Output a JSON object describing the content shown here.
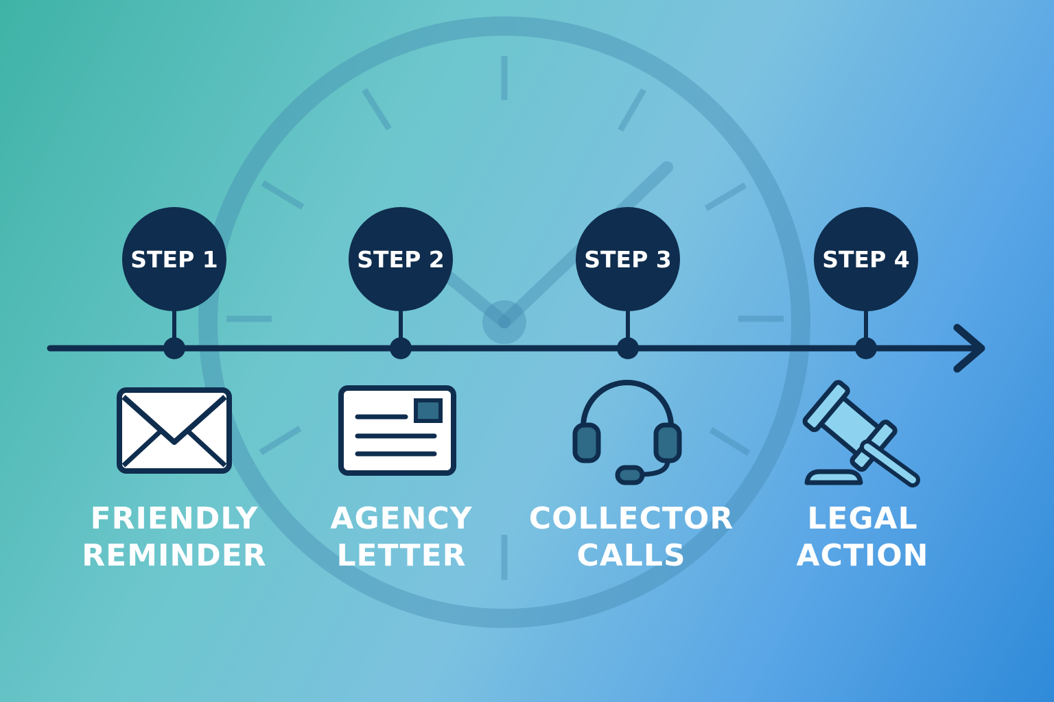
{
  "colors": {
    "navy": "#0f2d4e",
    "icon_fill_light": "#ffffff",
    "icon_fill_blue": "#8dd3f0",
    "icon_fill_teal": "#2f6a86",
    "label_text": "#ffffff"
  },
  "steps": [
    {
      "badge": "STEP 1",
      "title_line1": "FRIENDLY",
      "title_line2": "REMINDER",
      "icon": "envelope-icon"
    },
    {
      "badge": "STEP 2",
      "title_line1": "AGENCY",
      "title_line2": "LETTER",
      "icon": "letter-card-icon"
    },
    {
      "badge": "STEP 3",
      "title_line1": "COLLECTOR",
      "title_line2": "CALLS",
      "icon": "headset-icon"
    },
    {
      "badge": "STEP 4",
      "title_line1": "LEGAL",
      "title_line2": "ACTION",
      "icon": "gavel-icon"
    }
  ],
  "background": {
    "icon": "clock-icon"
  },
  "timeline": {
    "icon": "arrow-right-icon"
  }
}
